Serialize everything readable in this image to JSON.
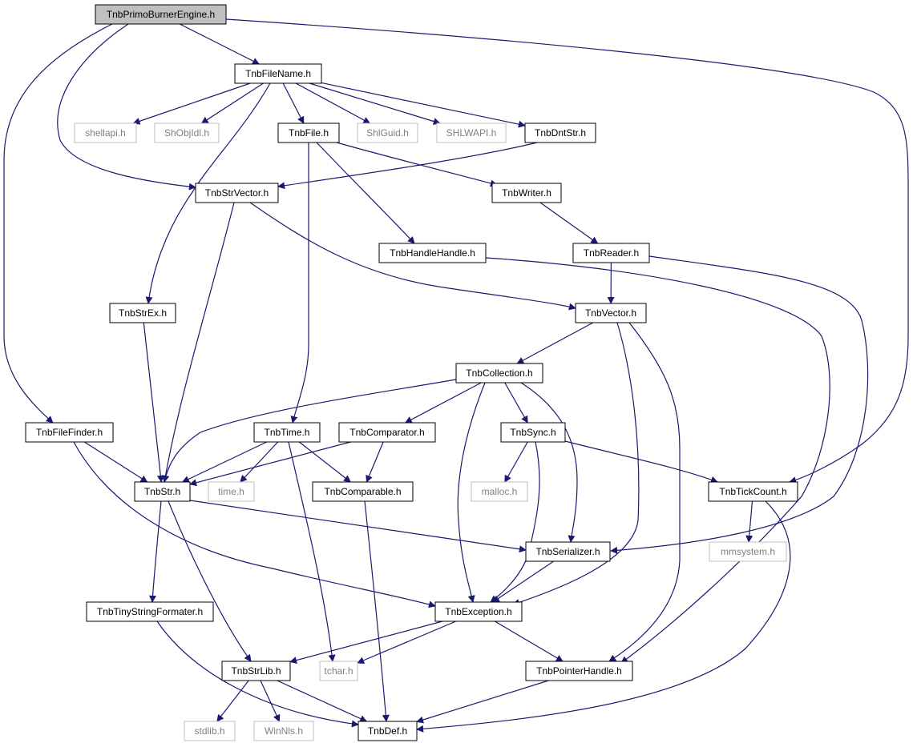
{
  "colors": {
    "edge": "#191970",
    "node_border": "#000000",
    "external_border": "#bfbfbf",
    "root_fill": "#bfbfbf",
    "external_text": "#7f7f7f",
    "text": "#000000"
  },
  "nodes": [
    {
      "id": "engine",
      "label": "TnbPrimoBurnerEngine.h",
      "kind": "root"
    },
    {
      "id": "filename",
      "label": "TnbFileName.h",
      "kind": "header"
    },
    {
      "id": "shellapi",
      "label": "shellapi.h",
      "kind": "external"
    },
    {
      "id": "shobjidl",
      "label": "ShObjIdl.h",
      "kind": "external"
    },
    {
      "id": "file",
      "label": "TnbFile.h",
      "kind": "header"
    },
    {
      "id": "shlguid",
      "label": "ShlGuid.h",
      "kind": "external"
    },
    {
      "id": "shlwapi",
      "label": "SHLWAPI.h",
      "kind": "external"
    },
    {
      "id": "dntstr",
      "label": "TnbDntStr.h",
      "kind": "header"
    },
    {
      "id": "strvector",
      "label": "TnbStrVector.h",
      "kind": "header"
    },
    {
      "id": "writer",
      "label": "TnbWriter.h",
      "kind": "header"
    },
    {
      "id": "handlehandle",
      "label": "TnbHandleHandle.h",
      "kind": "header"
    },
    {
      "id": "reader",
      "label": "TnbReader.h",
      "kind": "header"
    },
    {
      "id": "strex",
      "label": "TnbStrEx.h",
      "kind": "header"
    },
    {
      "id": "vector",
      "label": "TnbVector.h",
      "kind": "header"
    },
    {
      "id": "collection",
      "label": "TnbCollection.h",
      "kind": "header"
    },
    {
      "id": "filefinder",
      "label": "TnbFileFinder.h",
      "kind": "header"
    },
    {
      "id": "time",
      "label": "TnbTime.h",
      "kind": "header"
    },
    {
      "id": "comparator",
      "label": "TnbComparator.h",
      "kind": "header"
    },
    {
      "id": "sync",
      "label": "TnbSync.h",
      "kind": "header"
    },
    {
      "id": "str",
      "label": "TnbStr.h",
      "kind": "header"
    },
    {
      "id": "timeh",
      "label": "time.h",
      "kind": "external"
    },
    {
      "id": "comparable",
      "label": "TnbComparable.h",
      "kind": "header"
    },
    {
      "id": "malloc",
      "label": "malloc.h",
      "kind": "external"
    },
    {
      "id": "tickcount",
      "label": "TnbTickCount.h",
      "kind": "header"
    },
    {
      "id": "serializer",
      "label": "TnbSerializer.h",
      "kind": "header"
    },
    {
      "id": "mmsystem",
      "label": "mmsystem.h",
      "kind": "external"
    },
    {
      "id": "tinyformater",
      "label": "TnbTinyStringFormater.h",
      "kind": "header"
    },
    {
      "id": "exception",
      "label": "TnbException.h",
      "kind": "header"
    },
    {
      "id": "strlib",
      "label": "TnbStrLib.h",
      "kind": "header"
    },
    {
      "id": "tchar",
      "label": "tchar.h",
      "kind": "external"
    },
    {
      "id": "pointerhandle",
      "label": "TnbPointerHandle.h",
      "kind": "header"
    },
    {
      "id": "stdlib",
      "label": "stdlib.h",
      "kind": "external"
    },
    {
      "id": "winnls",
      "label": "WinNls.h",
      "kind": "external"
    },
    {
      "id": "def",
      "label": "TnbDef.h",
      "kind": "header"
    }
  ],
  "edges": [
    {
      "from": "engine",
      "to": "filename"
    },
    {
      "from": "engine",
      "to": "strvector"
    },
    {
      "from": "engine",
      "to": "filefinder"
    },
    {
      "from": "engine",
      "to": "tickcount"
    },
    {
      "from": "filename",
      "to": "shellapi"
    },
    {
      "from": "filename",
      "to": "shobjidl"
    },
    {
      "from": "filename",
      "to": "file"
    },
    {
      "from": "filename",
      "to": "shlguid"
    },
    {
      "from": "filename",
      "to": "shlwapi"
    },
    {
      "from": "filename",
      "to": "dntstr"
    },
    {
      "from": "filename",
      "to": "strex"
    },
    {
      "from": "file",
      "to": "writer"
    },
    {
      "from": "file",
      "to": "handlehandle"
    },
    {
      "from": "file",
      "to": "time"
    },
    {
      "from": "dntstr",
      "to": "strvector"
    },
    {
      "from": "writer",
      "to": "reader"
    },
    {
      "from": "reader",
      "to": "vector"
    },
    {
      "from": "reader",
      "to": "serializer"
    },
    {
      "from": "strvector",
      "to": "vector"
    },
    {
      "from": "strvector",
      "to": "str"
    },
    {
      "from": "handlehandle",
      "to": "pointerhandle"
    },
    {
      "from": "strex",
      "to": "str"
    },
    {
      "from": "vector",
      "to": "collection"
    },
    {
      "from": "vector",
      "to": "exception"
    },
    {
      "from": "vector",
      "to": "pointerhandle"
    },
    {
      "from": "collection",
      "to": "str"
    },
    {
      "from": "collection",
      "to": "comparator"
    },
    {
      "from": "collection",
      "to": "sync"
    },
    {
      "from": "collection",
      "to": "serializer"
    },
    {
      "from": "collection",
      "to": "exception"
    },
    {
      "from": "filefinder",
      "to": "str"
    },
    {
      "from": "filefinder",
      "to": "exception"
    },
    {
      "from": "time",
      "to": "str"
    },
    {
      "from": "time",
      "to": "timeh"
    },
    {
      "from": "time",
      "to": "comparable"
    },
    {
      "from": "time",
      "to": "tchar"
    },
    {
      "from": "comparator",
      "to": "str"
    },
    {
      "from": "comparator",
      "to": "comparable"
    },
    {
      "from": "sync",
      "to": "malloc"
    },
    {
      "from": "sync",
      "to": "tickcount"
    },
    {
      "from": "sync",
      "to": "exception"
    },
    {
      "from": "str",
      "to": "tinyformater"
    },
    {
      "from": "str",
      "to": "strlib"
    },
    {
      "from": "str",
      "to": "serializer"
    },
    {
      "from": "comparable",
      "to": "def"
    },
    {
      "from": "tickcount",
      "to": "mmsystem"
    },
    {
      "from": "tickcount",
      "to": "def"
    },
    {
      "from": "serializer",
      "to": "exception"
    },
    {
      "from": "tinyformater",
      "to": "def"
    },
    {
      "from": "exception",
      "to": "strlib"
    },
    {
      "from": "exception",
      "to": "tchar"
    },
    {
      "from": "exception",
      "to": "pointerhandle"
    },
    {
      "from": "strlib",
      "to": "stdlib"
    },
    {
      "from": "strlib",
      "to": "winnls"
    },
    {
      "from": "strlib",
      "to": "def"
    },
    {
      "from": "pointerhandle",
      "to": "def"
    }
  ]
}
